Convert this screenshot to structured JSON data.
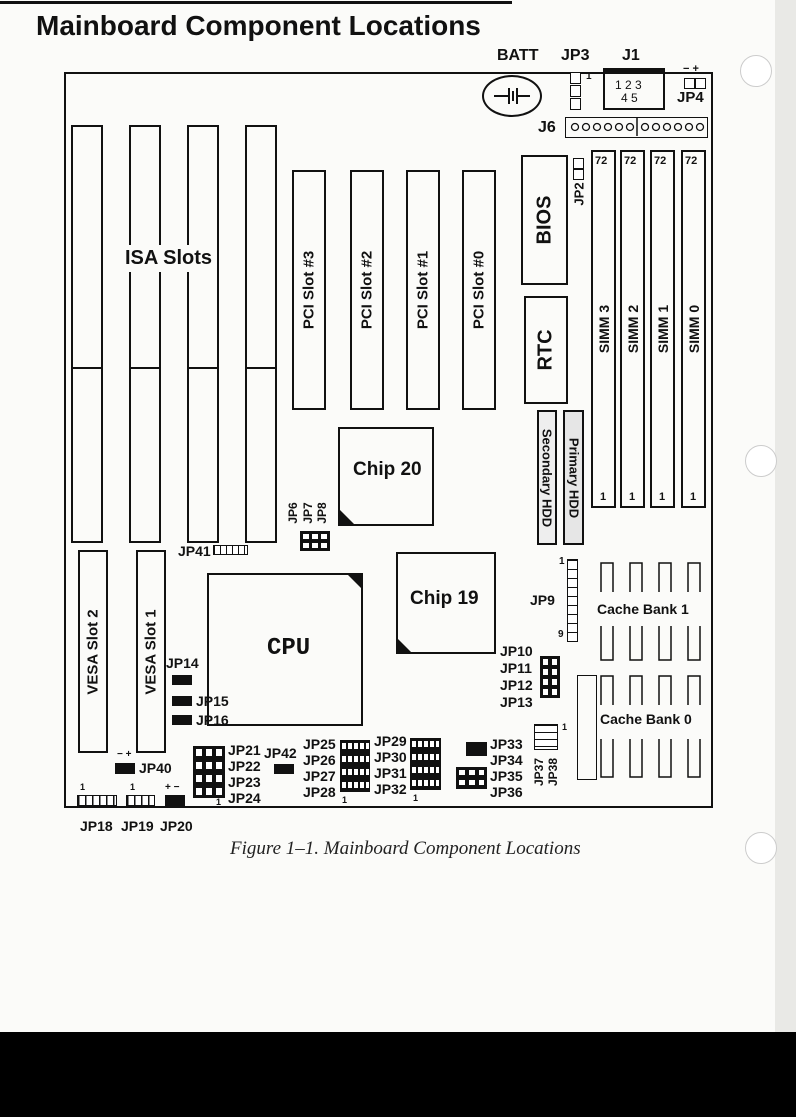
{
  "title": "Mainboard Component Locations",
  "caption": "Figure 1–1.  Mainboard Component Locations",
  "labels": {
    "batt": "BATT",
    "jp3": "JP3",
    "j1": "J1",
    "j1_pins": "1 2 3",
    "j1_pins2": "4 5",
    "jp4": "JP4",
    "jp4_pol": "− +",
    "j6": "J6",
    "isa": "ISA Slots",
    "pci3": "PCI Slot #3",
    "pci2": "PCI Slot #2",
    "pci1": "PCI Slot #1",
    "pci0": "PCI Slot #0",
    "bios": "BIOS",
    "jp2": "JP2",
    "rtc": "RTC",
    "simm3": "SIMM 3",
    "simm2": "SIMM 2",
    "simm1": "SIMM 1",
    "simm0": "SIMM 0",
    "simm_top": "72",
    "simm_bot": "1",
    "primary_hdd": "Primary HDD",
    "secondary_hdd": "Secondary HDD",
    "chip20": "Chip 20",
    "chip19": "Chip 19",
    "cpu": "CPU",
    "jp6": "JP6",
    "jp7": "JP7",
    "jp8": "JP8",
    "jp41": "JP41",
    "jp9": "JP9",
    "jp9_one": "1",
    "jp9_nine": "9",
    "cache1": "Cache Bank 1",
    "cache0": "Cache Bank 0",
    "vesa2": "VESA Slot 2",
    "vesa1": "VESA Slot 1",
    "jp14": "JP14",
    "jp15": "JP15",
    "jp16": "JP16",
    "jp10": "JP10",
    "jp11": "JP11",
    "jp12": "JP12",
    "jp13": "JP13",
    "jp40": "JP40",
    "jp40_pol": "− +",
    "jp21": "JP21",
    "jp22": "JP22",
    "jp23": "JP23",
    "jp24": "JP24",
    "jp42": "JP42",
    "jp25": "JP25",
    "jp26": "JP26",
    "jp27": "JP27",
    "jp28": "JP28",
    "jp29": "JP29",
    "jp30": "JP30",
    "jp31": "JP31",
    "jp32": "JP32",
    "jp33": "JP33",
    "jp34": "JP34",
    "jp35": "JP35",
    "jp36": "JP36",
    "jp37": "JP37",
    "jp38": "JP38",
    "jp18": "JP18",
    "jp19": "JP19",
    "jp20": "JP20",
    "jp20_pol": "+ −",
    "one": "1"
  }
}
